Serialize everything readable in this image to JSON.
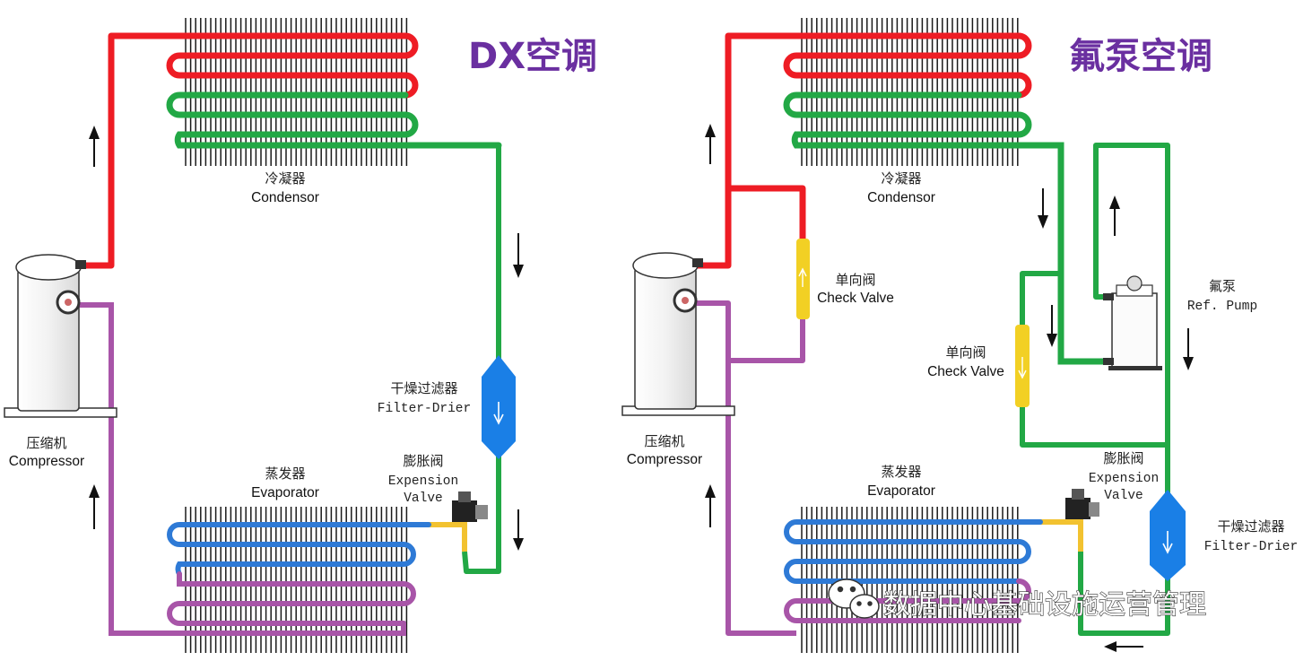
{
  "left": {
    "title": "DX空调",
    "condenser": {
      "cn": "冷凝器",
      "en": "Condensor"
    },
    "evaporator": {
      "cn": "蒸发器",
      "en": "Evaporator"
    },
    "compressor": {
      "cn": "压缩机",
      "en": "Compressor"
    },
    "filter": {
      "cn": "干燥过滤器",
      "en": "Filter-Drier"
    },
    "valve": {
      "cn": "膨胀阀",
      "en1": "Expension",
      "en2": "Valve"
    }
  },
  "right": {
    "title": "氟泵空调",
    "condenser": {
      "cn": "冷凝器",
      "en": "Condensor"
    },
    "evaporator": {
      "cn": "蒸发器",
      "en": "Evaporator"
    },
    "compressor": {
      "cn": "压缩机",
      "en": "Compressor"
    },
    "filter": {
      "cn": "干燥过滤器",
      "en": "Filter-Drier"
    },
    "valve": {
      "cn": "膨胀阀",
      "en1": "Expension",
      "en2": "Valve"
    },
    "check_valve_1": {
      "cn": "单向阀",
      "en": "Check Valve"
    },
    "check_valve_2": {
      "cn": "单向阀",
      "en": "Check Valve"
    },
    "pump": {
      "cn": "氟泵",
      "en": "Ref. Pump"
    }
  },
  "watermark": "数据中心基础设施运营管理",
  "colors": {
    "hot": "#ee1c24",
    "liquid": "#22a845",
    "cold": "#2e7ad6",
    "suction": "#a855a8",
    "check_valve": "#f2d024",
    "filter": "#1a7fe6",
    "title": "#6a2fa0"
  }
}
